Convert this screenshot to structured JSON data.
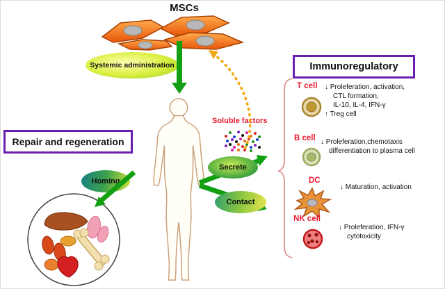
{
  "title": "MSCs",
  "nodes": {
    "systemic": "Systemic administration",
    "repair": "Repair and regeneration",
    "homing": "Homing",
    "soluble_factors": "Soluble factors",
    "secrete": "Secrete",
    "contact": "Contact",
    "immunoregulatory": "Immunoregulatory"
  },
  "cell_rows": [
    {
      "name": "T cell",
      "lines": [
        "↓ Proleferation, activation,",
        "CTL formation,",
        "IL-10, IL-4, IFN-γ",
        "↑ Treg cell"
      ]
    },
    {
      "name": "B cell",
      "lines": [
        "↓ Proleferation,chemotaxis",
        "differentiation to plasma cell"
      ]
    },
    {
      "name": "DC",
      "lines": [
        "↓ Maturation, activation"
      ]
    },
    {
      "name": "NK cell",
      "lines": [
        "↓ Proleferation, IFN-γ",
        "cytotoxicity"
      ]
    }
  ],
  "colors": {
    "arrow_green": "#12a012",
    "dashed_orange": "#f0a818",
    "box_border_purple": "#6a1fb0",
    "cell_label_red": "#e81830",
    "msc_cell_orange": "#e8560a"
  }
}
